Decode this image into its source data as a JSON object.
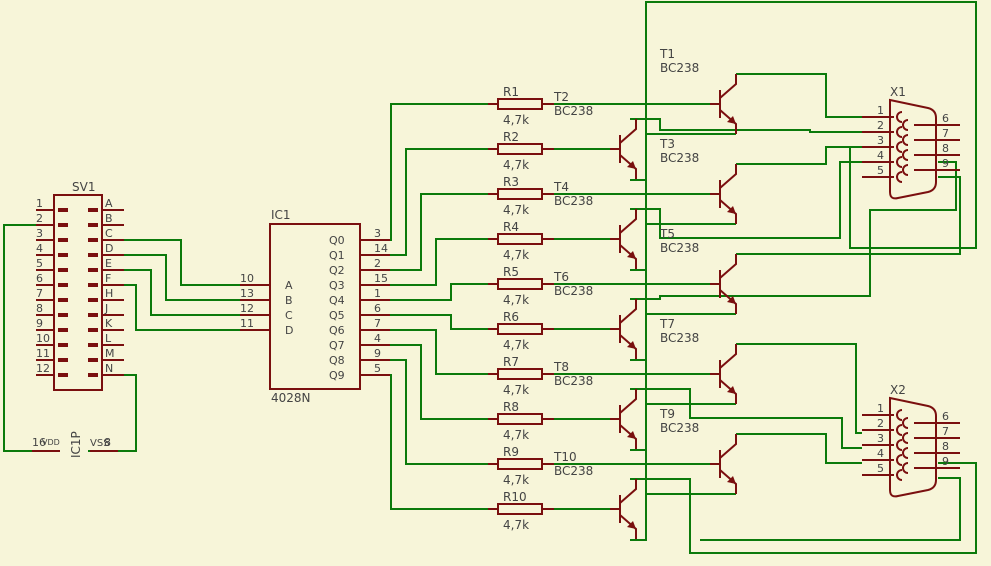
{
  "connector": {
    "name": "SV1",
    "left_pins": [
      "1",
      "2",
      "3",
      "4",
      "5",
      "6",
      "7",
      "8",
      "9",
      "10",
      "11",
      "12"
    ],
    "right_labels": [
      "A",
      "B",
      "C",
      "D",
      "E",
      "F",
      "H",
      "J",
      "K",
      "L",
      "M",
      "N"
    ]
  },
  "power_part": {
    "name": "IC1P",
    "vdd_pin": "16",
    "vdd_label": "VDD",
    "vss_pin": "8",
    "vss_label": "VSS"
  },
  "decoder": {
    "name": "IC1",
    "part": "4028N",
    "inputs": [
      {
        "pin": "10",
        "label": "A"
      },
      {
        "pin": "13",
        "label": "B"
      },
      {
        "pin": "12",
        "label": "C"
      },
      {
        "pin": "11",
        "label": "D"
      }
    ],
    "outputs": [
      {
        "label": "Q0",
        "pin": "3"
      },
      {
        "label": "Q1",
        "pin": "14"
      },
      {
        "label": "Q2",
        "pin": "2"
      },
      {
        "label": "Q3",
        "pin": "15"
      },
      {
        "label": "Q4",
        "pin": "1"
      },
      {
        "label": "Q5",
        "pin": "6"
      },
      {
        "label": "Q6",
        "pin": "7"
      },
      {
        "label": "Q7",
        "pin": "4"
      },
      {
        "label": "Q8",
        "pin": "9"
      },
      {
        "label": "Q9",
        "pin": "5"
      }
    ]
  },
  "resistors": [
    {
      "name": "R1",
      "value": "4,7k"
    },
    {
      "name": "R2",
      "value": "4,7k"
    },
    {
      "name": "R3",
      "value": "4,7k"
    },
    {
      "name": "R4",
      "value": "4,7k"
    },
    {
      "name": "R5",
      "value": "4,7k"
    },
    {
      "name": "R6",
      "value": "4,7k"
    },
    {
      "name": "R7",
      "value": "4,7k"
    },
    {
      "name": "R8",
      "value": "4,7k"
    },
    {
      "name": "R9",
      "value": "4,7k"
    },
    {
      "name": "R10",
      "value": "4,7k"
    }
  ],
  "transistors": [
    {
      "name": "T1",
      "type": "BC238"
    },
    {
      "name": "T2",
      "type": "BC238"
    },
    {
      "name": "T3",
      "type": "BC238"
    },
    {
      "name": "T4",
      "type": "BC238"
    },
    {
      "name": "T5",
      "type": "BC238"
    },
    {
      "name": "T6",
      "type": "BC238"
    },
    {
      "name": "T7",
      "type": "BC238"
    },
    {
      "name": "T8",
      "type": "BC238"
    },
    {
      "name": "T9",
      "type": "BC238"
    },
    {
      "name": "T10",
      "type": "BC238"
    }
  ],
  "dsub_connectors": [
    {
      "name": "X1",
      "left_pins": [
        "1",
        "2",
        "3",
        "4",
        "5"
      ],
      "right_pins": [
        "6",
        "7",
        "8",
        "9"
      ]
    },
    {
      "name": "X2",
      "left_pins": [
        "1",
        "2",
        "3",
        "4",
        "5"
      ],
      "right_pins": [
        "6",
        "7",
        "8",
        "9"
      ]
    }
  ],
  "colors": {
    "background": "#f7f5d9",
    "wire": "#0b7a0b",
    "part": "#7a0f0f",
    "text": "#444444"
  }
}
